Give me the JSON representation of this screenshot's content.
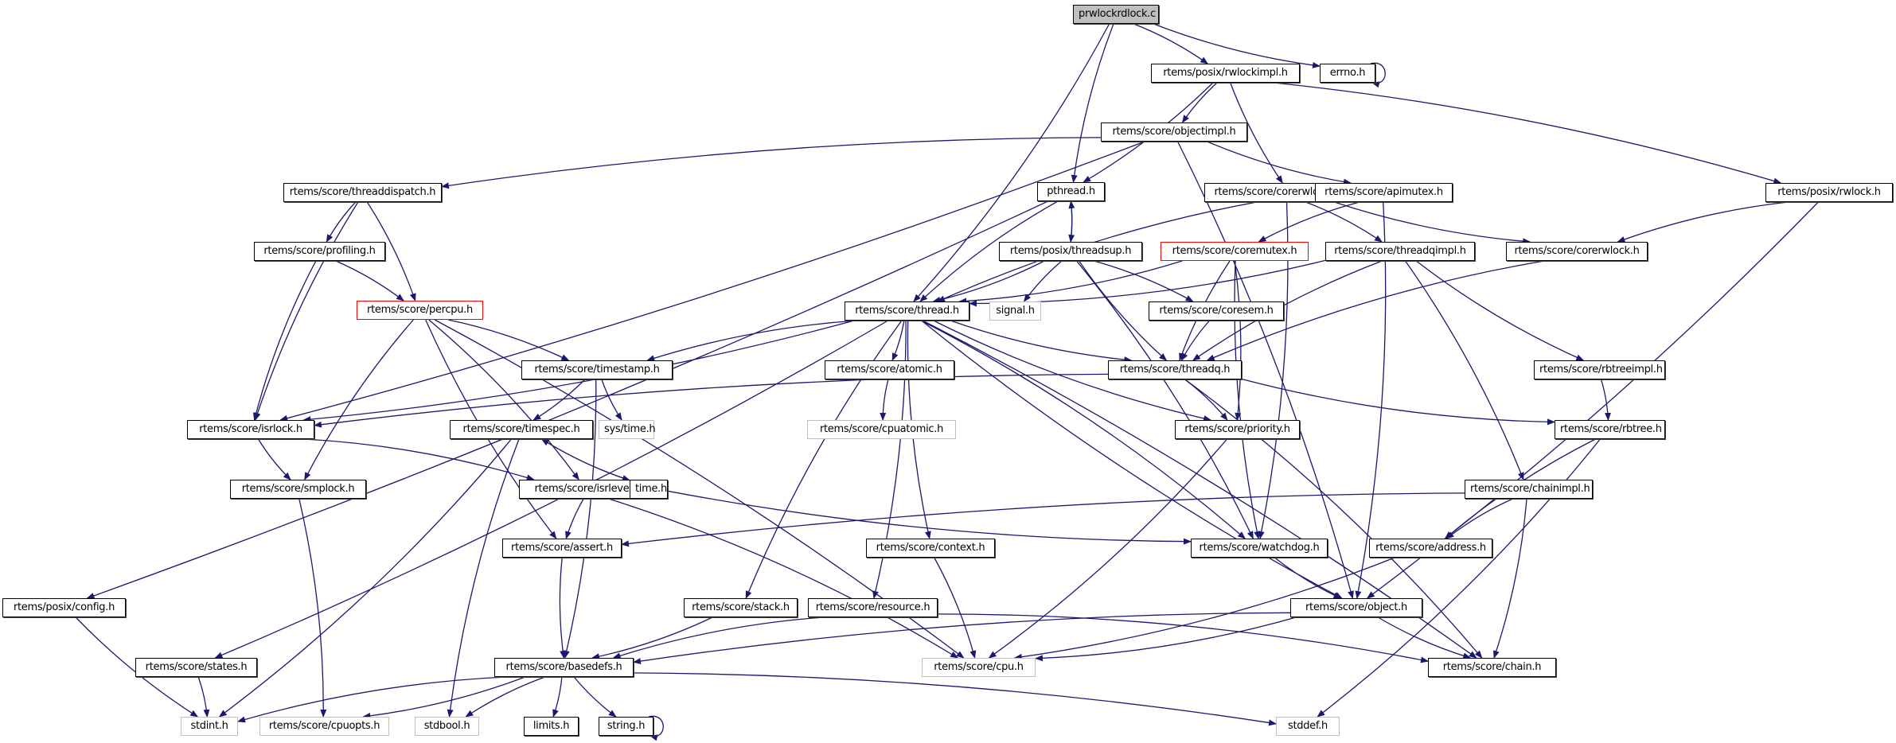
{
  "title": "prwlockrdlock.c",
  "graph_type": "include-dependency",
  "colors": {
    "edge": "#191970",
    "root_fill": "#bfbfbf",
    "truncated_border": "#ff0000",
    "external_border": "#bfbfbf"
  },
  "nodes": {
    "prwlockrdlock": "prwlockrdlock.c",
    "rwlockimpl": "rtems/posix/rwlockimpl.h",
    "errno": "errno.h",
    "objectimpl": "rtems/score/objectimpl.h",
    "threaddispatch": "rtems/score/threaddispatch.h",
    "pthread": "pthread.h",
    "corerwlockimpl": "rtems/score/corerwlockimpl.h",
    "apimutex": "rtems/score/apimutex.h",
    "rwlock": "rtems/posix/rwlock.h",
    "profiling": "rtems/score/profiling.h",
    "threadsup": "rtems/posix/threadsup.h",
    "coremutex": "rtems/score/coremutex.h",
    "threadqimpl": "rtems/score/threadqimpl.h",
    "corerwlock": "rtems/score/corerwlock.h",
    "percpu": "rtems/score/percpu.h",
    "thread": "rtems/score/thread.h",
    "signal": "signal.h",
    "coresem": "rtems/score/coresem.h",
    "timestamp": "rtems/score/timestamp.h",
    "atomic": "rtems/score/atomic.h",
    "threadq": "rtems/score/threadq.h",
    "rbtreeimpl": "rtems/score/rbtreeimpl.h",
    "isrlock": "rtems/score/isrlock.h",
    "timespec": "rtems/score/timespec.h",
    "systime": "sys/time.h",
    "cpuatomic": "rtems/score/cpuatomic.h",
    "priority": "rtems/score/priority.h",
    "rbtree": "rtems/score/rbtree.h",
    "smplock": "rtems/score/smplock.h",
    "isrlevel": "rtems/score/isrlevel.h",
    "time": "time.h",
    "chainimpl": "rtems/score/chainimpl.h",
    "assert": "rtems/score/assert.h",
    "context": "rtems/score/context.h",
    "watchdog": "rtems/score/watchdog.h",
    "address": "rtems/score/address.h",
    "posixconfig": "rtems/posix/config.h",
    "stack": "rtems/score/stack.h",
    "resource": "rtems/score/resource.h",
    "object": "rtems/score/object.h",
    "states": "rtems/score/states.h",
    "basedefs": "rtems/score/basedefs.h",
    "cpu": "rtems/score/cpu.h",
    "chain": "rtems/score/chain.h",
    "stdint": "stdint.h",
    "cpuopts": "rtems/score/cpuopts.h",
    "stdbool": "stdbool.h",
    "limits": "limits.h",
    "string": "string.h",
    "stddef": "stddef.h"
  },
  "edges": [
    [
      "prwlockrdlock",
      "thread"
    ],
    [
      "prwlockrdlock",
      "pthread"
    ],
    [
      "prwlockrdlock",
      "rwlockimpl"
    ],
    [
      "prwlockrdlock",
      "errno"
    ],
    [
      "errno",
      "errno"
    ],
    [
      "rwlockimpl",
      "objectimpl"
    ],
    [
      "rwlockimpl",
      "pthread"
    ],
    [
      "rwlockimpl",
      "corerwlockimpl"
    ],
    [
      "rwlockimpl",
      "rwlock"
    ],
    [
      "objectimpl",
      "threaddispatch"
    ],
    [
      "objectimpl",
      "isrlock"
    ],
    [
      "objectimpl",
      "apimutex"
    ],
    [
      "objectimpl",
      "object"
    ],
    [
      "threaddispatch",
      "profiling"
    ],
    [
      "threaddispatch",
      "percpu"
    ],
    [
      "threaddispatch",
      "isrlock"
    ],
    [
      "pthread",
      "threadsup"
    ],
    [
      "pthread",
      "thread"
    ],
    [
      "pthread",
      "posixconfig"
    ],
    [
      "threadsup",
      "pthread"
    ],
    [
      "threadsup",
      "thread"
    ],
    [
      "threadsup",
      "signal"
    ],
    [
      "threadsup",
      "coresem"
    ],
    [
      "threadsup",
      "threadq"
    ],
    [
      "threadsup",
      "watchdog"
    ],
    [
      "corerwlockimpl",
      "thread"
    ],
    [
      "corerwlockimpl",
      "threadqimpl"
    ],
    [
      "corerwlockimpl",
      "corerwlock"
    ],
    [
      "corerwlockimpl",
      "watchdog"
    ],
    [
      "apimutex",
      "coremutex"
    ],
    [
      "apimutex",
      "object"
    ],
    [
      "rwlock",
      "corerwlock"
    ],
    [
      "rwlock",
      "object"
    ],
    [
      "corerwlock",
      "threadq"
    ],
    [
      "profiling",
      "percpu"
    ],
    [
      "profiling",
      "isrlock"
    ],
    [
      "coremutex",
      "thread"
    ],
    [
      "coremutex",
      "threadq"
    ],
    [
      "coremutex",
      "priority"
    ],
    [
      "coremutex",
      "watchdog"
    ],
    [
      "threadqimpl",
      "thread"
    ],
    [
      "threadqimpl",
      "threadq"
    ],
    [
      "threadqimpl",
      "chainimpl"
    ],
    [
      "threadqimpl",
      "rbtreeimpl"
    ],
    [
      "percpu",
      "timestamp"
    ],
    [
      "percpu",
      "smplock"
    ],
    [
      "percpu",
      "isrlevel"
    ],
    [
      "percpu",
      "assert"
    ],
    [
      "percpu",
      "cpu"
    ],
    [
      "thread",
      "timestamp"
    ],
    [
      "thread",
      "atomic"
    ],
    [
      "thread",
      "threadq"
    ],
    [
      "thread",
      "isrlock"
    ],
    [
      "thread",
      "priority"
    ],
    [
      "thread",
      "watchdog"
    ],
    [
      "thread",
      "context"
    ],
    [
      "thread",
      "resource"
    ],
    [
      "thread",
      "stack"
    ],
    [
      "thread",
      "states"
    ],
    [
      "thread",
      "object"
    ],
    [
      "thread",
      "chain"
    ],
    [
      "coresem",
      "threadq"
    ],
    [
      "timestamp",
      "timespec"
    ],
    [
      "timestamp",
      "systime"
    ],
    [
      "timestamp",
      "basedefs"
    ],
    [
      "atomic",
      "cpuatomic"
    ],
    [
      "threadq",
      "priority"
    ],
    [
      "threadq",
      "rbtree"
    ],
    [
      "threadq",
      "chain"
    ],
    [
      "threadq",
      "isrlock"
    ],
    [
      "rbtreeimpl",
      "rbtree"
    ],
    [
      "rbtree",
      "address"
    ],
    [
      "rbtree",
      "stddef"
    ],
    [
      "isrlock",
      "smplock"
    ],
    [
      "isrlock",
      "isrlevel"
    ],
    [
      "timespec",
      "time"
    ],
    [
      "timespec",
      "stdint"
    ],
    [
      "timespec",
      "stdbool"
    ],
    [
      "time",
      "timespec"
    ],
    [
      "time",
      "watchdog"
    ],
    [
      "smplock",
      "cpuopts"
    ],
    [
      "isrlevel",
      "assert"
    ],
    [
      "isrlevel",
      "cpu"
    ],
    [
      "chainimpl",
      "address"
    ],
    [
      "chainimpl",
      "chain"
    ],
    [
      "chainimpl",
      "assert"
    ],
    [
      "priority",
      "cpu"
    ],
    [
      "assert",
      "basedefs"
    ],
    [
      "context",
      "cpu"
    ],
    [
      "watchdog",
      "object"
    ],
    [
      "address",
      "cpu"
    ],
    [
      "posixconfig",
      "stdint"
    ],
    [
      "stack",
      "basedefs"
    ],
    [
      "resource",
      "basedefs"
    ],
    [
      "resource",
      "chain"
    ],
    [
      "object",
      "basedefs"
    ],
    [
      "object",
      "cpu"
    ],
    [
      "object",
      "chain"
    ],
    [
      "states",
      "stdint"
    ],
    [
      "basedefs",
      "stdint"
    ],
    [
      "basedefs",
      "cpuopts"
    ],
    [
      "basedefs",
      "stdbool"
    ],
    [
      "basedefs",
      "limits"
    ],
    [
      "basedefs",
      "string"
    ],
    [
      "basedefs",
      "stddef"
    ],
    [
      "string",
      "string"
    ]
  ]
}
